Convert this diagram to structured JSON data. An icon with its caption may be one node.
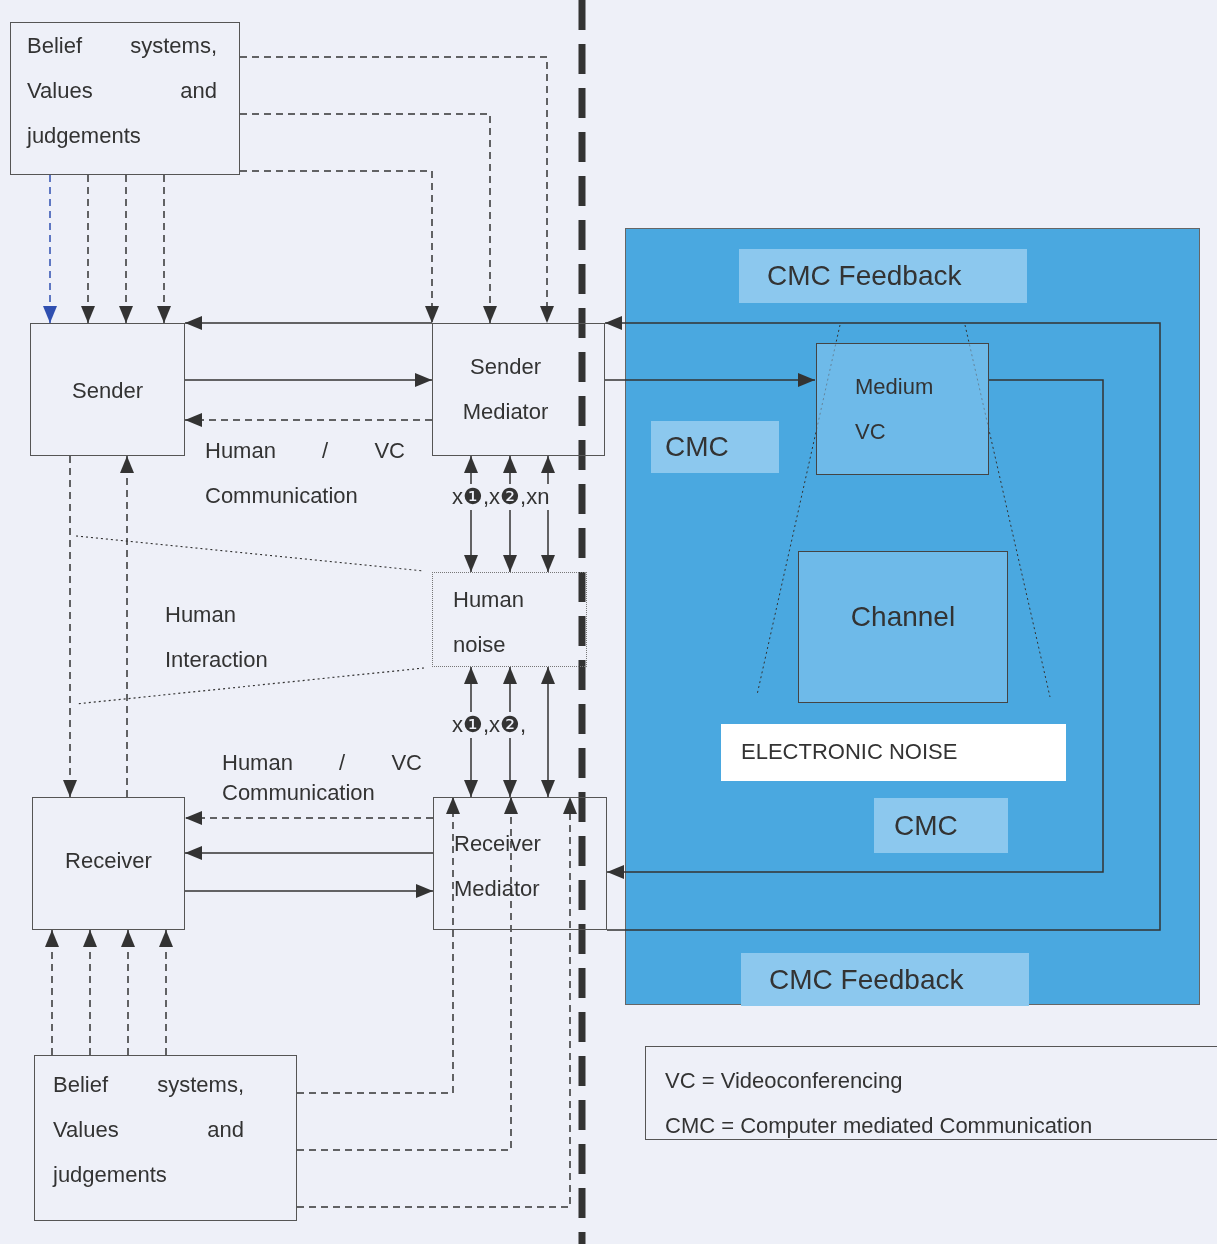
{
  "diagram": {
    "nodes": [
      {
        "text": [
          "Belief systems, Values and judgements"
        ]
      },
      {
        "text": [],
        "shape": "box"
      },
      {
        "text": [
          "CMC Feedback"
        ],
        "in": 1
      },
      {
        "text": [
          "Sender"
        ]
      },
      {
        "text": [
          "Sender Mediator"
        ]
      },
      {
        "text": [
          "CMC"
        ],
        "in": 1
      },
      {
        "text": [
          "Medium VC"
        ],
        "in": 1
      },
      {
        "text": [
          "Human noise"
        ]
      },
      {
        "text": [
          "Channel"
        ],
        "in": 1
      },
      {
        "text": [
          "ELECTRONIC NOISE"
        ],
        "in": 1
      },
      {
        "text": [
          "Receiver"
        ]
      },
      {
        "text": [
          "Receiver Mediator"
        ]
      },
      {
        "text": [
          "CMC"
        ],
        "in": 1
      },
      {
        "text": [
          "CMC Feedback"
        ],
        "in": 1
      },
      {
        "text": [
          "Belief systems, Values and judgements"
        ]
      }
    ],
    "edges": [
      {
        "from": 0,
        "to": 3,
        "arrow": "to",
        "style": "dashed",
        "color": "#2f4fb0"
      },
      {
        "from": 0,
        "to": 3,
        "arrow": "to",
        "style": "dashed"
      },
      {
        "from": 0,
        "to": 3,
        "arrow": "to",
        "style": "dashed"
      },
      {
        "from": 0,
        "to": 3,
        "arrow": "to",
        "style": "dashed"
      },
      {
        "from": 0,
        "to": 4,
        "arrow": "to",
        "style": "dashed"
      },
      {
        "from": 0,
        "to": 4,
        "arrow": "to",
        "style": "dashed"
      },
      {
        "from": 0,
        "to": 4,
        "arrow": "to",
        "style": "dashed"
      },
      {
        "from": 3,
        "to": 4,
        "arrow": "to"
      },
      {
        "from": 4,
        "to": 3,
        "arrow": "to",
        "style": "dashed",
        "label": "Human / VC Communication"
      },
      {
        "from": 4,
        "to": 3,
        "arrow": "to"
      },
      {
        "from": 11,
        "to": 4,
        "arrow": "to"
      },
      {
        "from": 4,
        "to": 6,
        "arrow": "to"
      },
      {
        "from": 6,
        "to": 11,
        "arrow": "to"
      },
      {
        "from": 4,
        "to": 7,
        "arrow": "both",
        "label": "x❶,x❷,xn"
      },
      {
        "from": 4,
        "to": 7,
        "arrow": "both"
      },
      {
        "from": 4,
        "to": 7,
        "arrow": "both"
      },
      {
        "from": 7,
        "to": 11,
        "arrow": "both",
        "label": "x❶,x❷,"
      },
      {
        "from": 7,
        "to": 11,
        "arrow": "both"
      },
      {
        "from": 7,
        "to": 11,
        "arrow": "both"
      },
      {
        "from": 3,
        "to": 10,
        "arrow": "to",
        "style": "dashed"
      },
      {
        "from": 10,
        "to": 3,
        "arrow": "to",
        "style": "dashed"
      },
      {
        "from": 11,
        "to": 10,
        "arrow": "to",
        "style": "dashed",
        "label": "Human / VC Communication"
      },
      {
        "from": 11,
        "to": 10,
        "arrow": "to"
      },
      {
        "from": 10,
        "to": 11,
        "arrow": "to"
      },
      {
        "from": 14,
        "to": 10,
        "arrow": "to",
        "style": "dashed"
      },
      {
        "from": 14,
        "to": 10,
        "arrow": "to",
        "style": "dashed"
      },
      {
        "from": 14,
        "to": 10,
        "arrow": "to",
        "style": "dashed"
      },
      {
        "from": 14,
        "to": 10,
        "arrow": "to",
        "style": "dashed"
      },
      {
        "from": 14,
        "to": 11,
        "arrow": "to",
        "style": "dashed"
      },
      {
        "from": 14,
        "to": 11,
        "arrow": "to",
        "style": "dashed"
      },
      {
        "from": 14,
        "to": 11,
        "arrow": "to",
        "style": "dashed"
      }
    ],
    "labels": [
      "Human Interaction",
      "VC = Videoconferencing",
      "CMC = Computer mediated Communication"
    ]
  }
}
